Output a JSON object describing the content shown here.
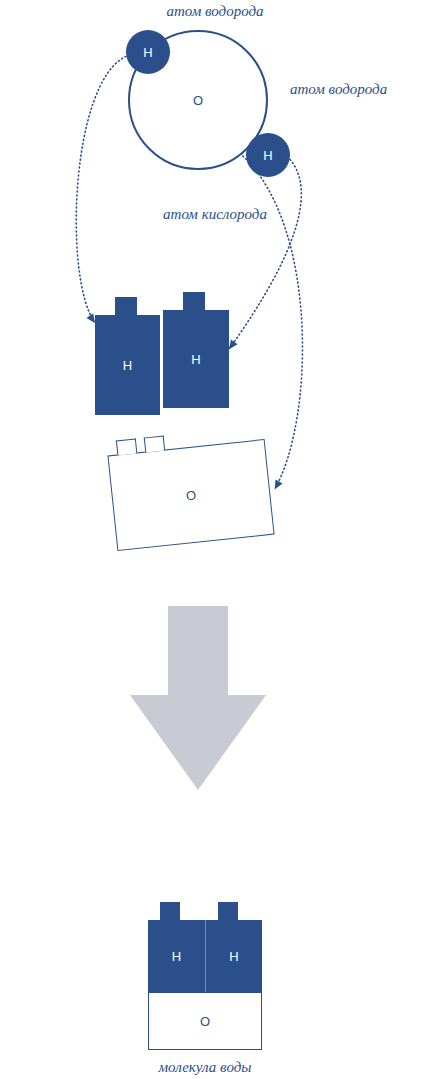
{
  "diagram": {
    "nodes": [
      {
        "text": [
          "атом водорода",
          "H"
        ]
      },
      {
        "text": [
          "атом водорода",
          "H"
        ]
      },
      {
        "text": [
          "O",
          "атом кислорода"
        ]
      },
      {
        "text": [
          "H"
        ]
      },
      {
        "text": [
          "H"
        ]
      },
      {
        "text": [
          "O"
        ]
      },
      {
        "text": [
          "молекула воды"
        ]
      },
      {
        "text": [
          "H"
        ],
        "in": 6
      },
      {
        "text": [
          "H"
        ],
        "in": 6
      },
      {
        "text": [
          "O"
        ],
        "in": 6
      }
    ],
    "edges": [
      {
        "from": 0,
        "to": 3,
        "arrow": "to"
      },
      {
        "from": 1,
        "to": 4,
        "arrow": "to"
      },
      {
        "from": 2,
        "to": 5,
        "arrow": "to"
      },
      {
        "from": 5,
        "to": 6,
        "arrow": "to"
      }
    ]
  }
}
